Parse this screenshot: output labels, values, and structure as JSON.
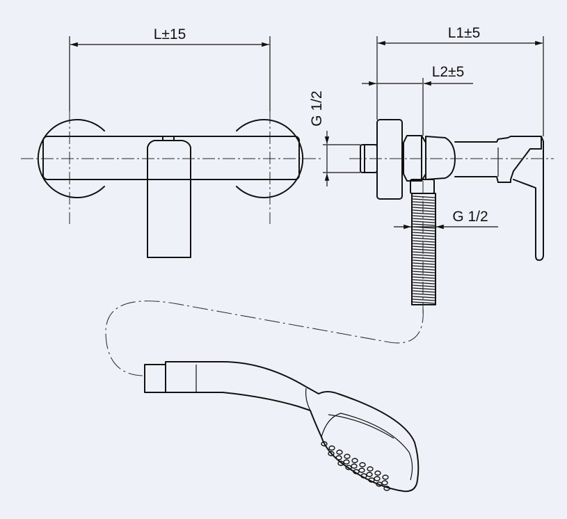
{
  "dimensions": {
    "front_width": "L±15",
    "side_length": "L1±5",
    "side_offset": "L2±5",
    "inlet_thread": "G 1/2",
    "outlet_thread": "G 1/2"
  }
}
